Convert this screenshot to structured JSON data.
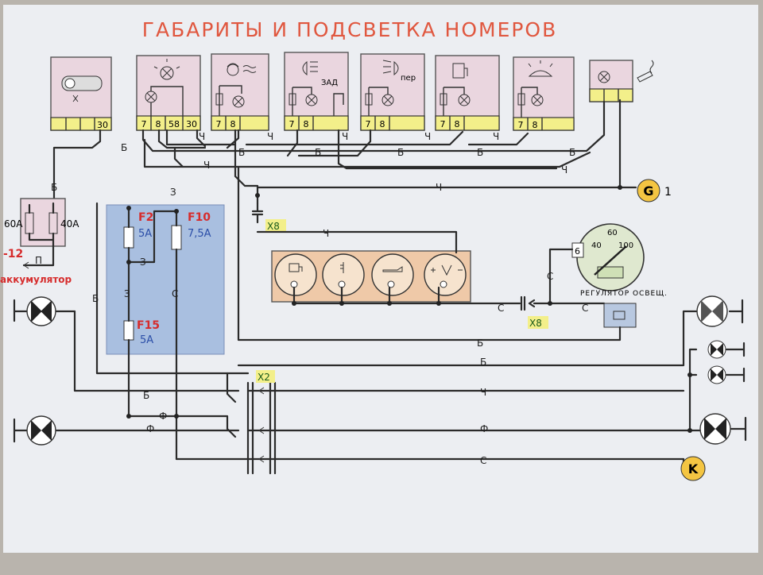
{
  "title": "ГАБАРИТЫ И ПОДСВЕТКА НОМЕРОВ",
  "colors": {
    "paper": "#eceef2",
    "title": "#e0573f",
    "block_fill": "#ead6df",
    "pin_fill": "#f3ef8a",
    "fuse_panel": "#a9bfe0",
    "fuse_red": "#d62c2c",
    "fuse_blue": "#2c4fa8",
    "gauge_panel": "#efc9a8",
    "connector_tag": "#f3ef8a",
    "ground_tag": "#f4c542"
  },
  "switches": [
    {
      "icon": "light-switch-icon",
      "pins": [
        "",
        "",
        "",
        "30"
      ]
    },
    {
      "icon": "lamp-icon",
      "pins": [
        "7",
        "8",
        "58",
        "30"
      ]
    },
    {
      "icon": "fan-icon",
      "pins": [
        "7",
        "8",
        ""
      ]
    },
    {
      "icon": "rear-fog-icon",
      "pins": [
        "7",
        "8",
        ""
      ],
      "note": "ЗАД"
    },
    {
      "icon": "front-fog-icon",
      "pins": [
        "7",
        "8",
        ""
      ],
      "note": "пер"
    },
    {
      "icon": "fuel-pump-icon",
      "pins": [
        "7",
        "8",
        ""
      ]
    },
    {
      "icon": "heated-window-icon",
      "pins": [
        "7",
        "8",
        ""
      ]
    }
  ],
  "lighter": {
    "icon": "cigarette-lighter-icon"
  },
  "wire_labels": {
    "b": "Б",
    "ch": "Ч",
    "z": "З",
    "s": "С",
    "f": "Ф",
    "p": "П"
  },
  "battery": {
    "fuse1": "60А",
    "fuse2": "40А",
    "label_top": "-12",
    "label": "аккумулятор"
  },
  "fuses": [
    {
      "name": "F2",
      "rating": "5А"
    },
    {
      "name": "F10",
      "rating": "7,5А"
    },
    {
      "name": "F15",
      "rating": "5А"
    }
  ],
  "connectors": {
    "x8_top": "X8",
    "x8_mid": "X8",
    "x2": "X2"
  },
  "ground_g": "G",
  "ground_g_suffix": "1",
  "ground_k": "K",
  "tacho_pin": "6",
  "tacho_scale": [
    "40",
    "60",
    "100"
  ],
  "regulator_label": "РЕГУЛЯТОР ОСВЕЩ.",
  "gauges": [
    {
      "icon": "fuel-gauge-icon"
    },
    {
      "icon": "temperature-gauge-icon"
    },
    {
      "icon": "oil-pressure-gauge-icon"
    },
    {
      "icon": "voltmeter-icon"
    }
  ]
}
